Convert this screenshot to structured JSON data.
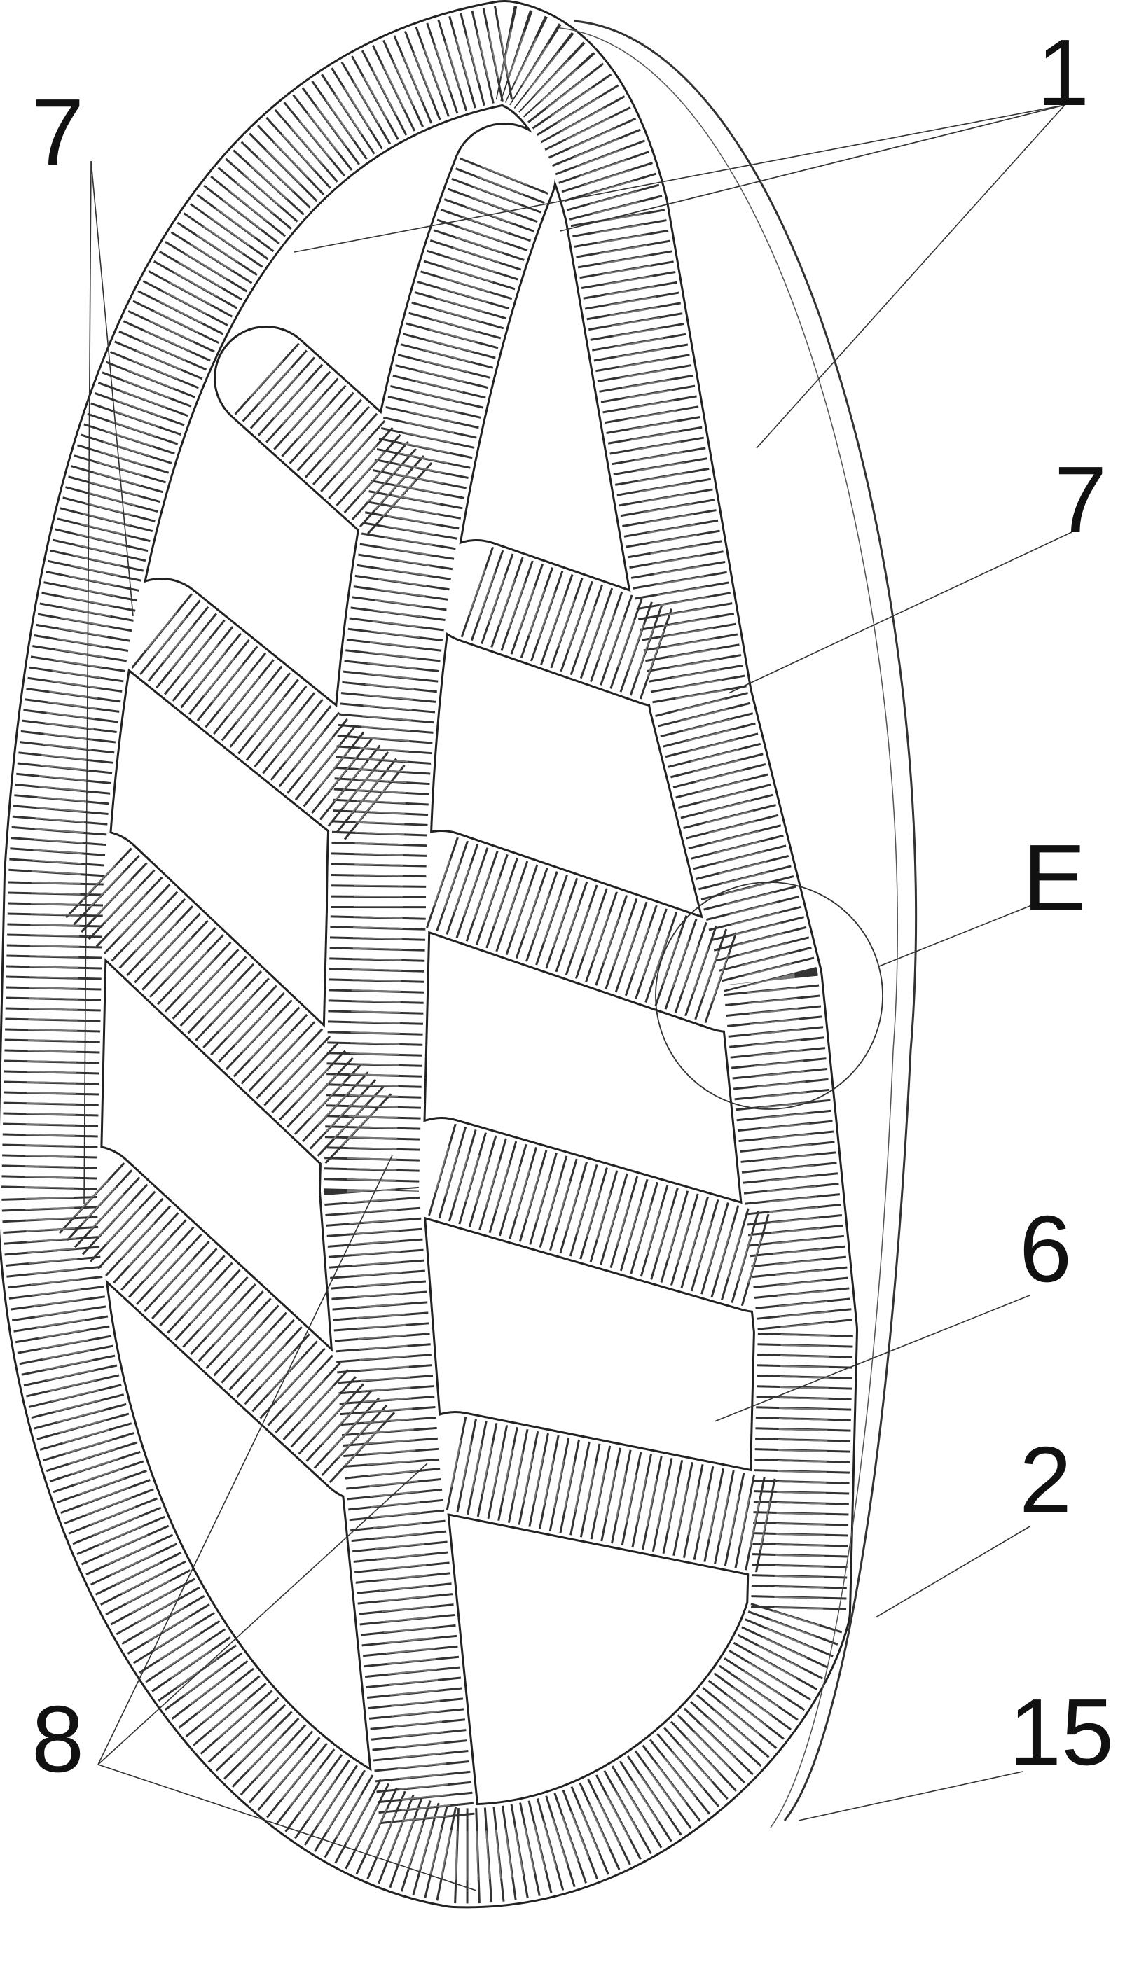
{
  "figure": {
    "labels": {
      "label_1": "1",
      "label_7_left": "7",
      "label_7_right": "7",
      "label_E": "E",
      "label_6": "6",
      "label_2": "2",
      "label_15": "15",
      "label_8": "8"
    }
  }
}
